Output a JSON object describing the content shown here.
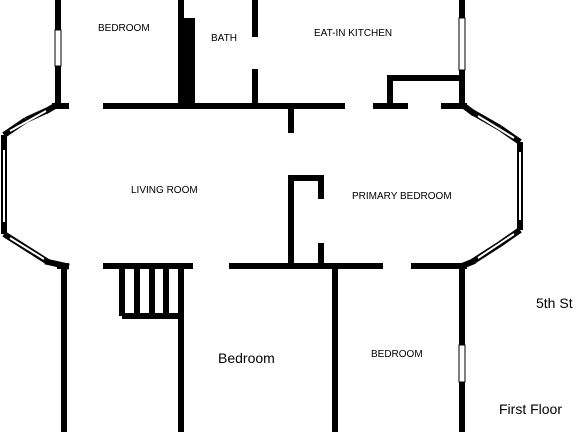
{
  "rooms": {
    "bedroom_top": "BEDROOM",
    "bath": "BATH",
    "kitchen": "EAT-IN KITCHEN",
    "living": "LIVING ROOM",
    "primary": "PRIMARY BEDROOM",
    "bedroom_mid": "Bedroom",
    "bedroom_right": "BEDROOM"
  },
  "annotations": {
    "street": "5th St",
    "floor": "First Floor"
  },
  "colors": {
    "wall": "#000000",
    "background": "#ffffff",
    "window": "#999999"
  }
}
